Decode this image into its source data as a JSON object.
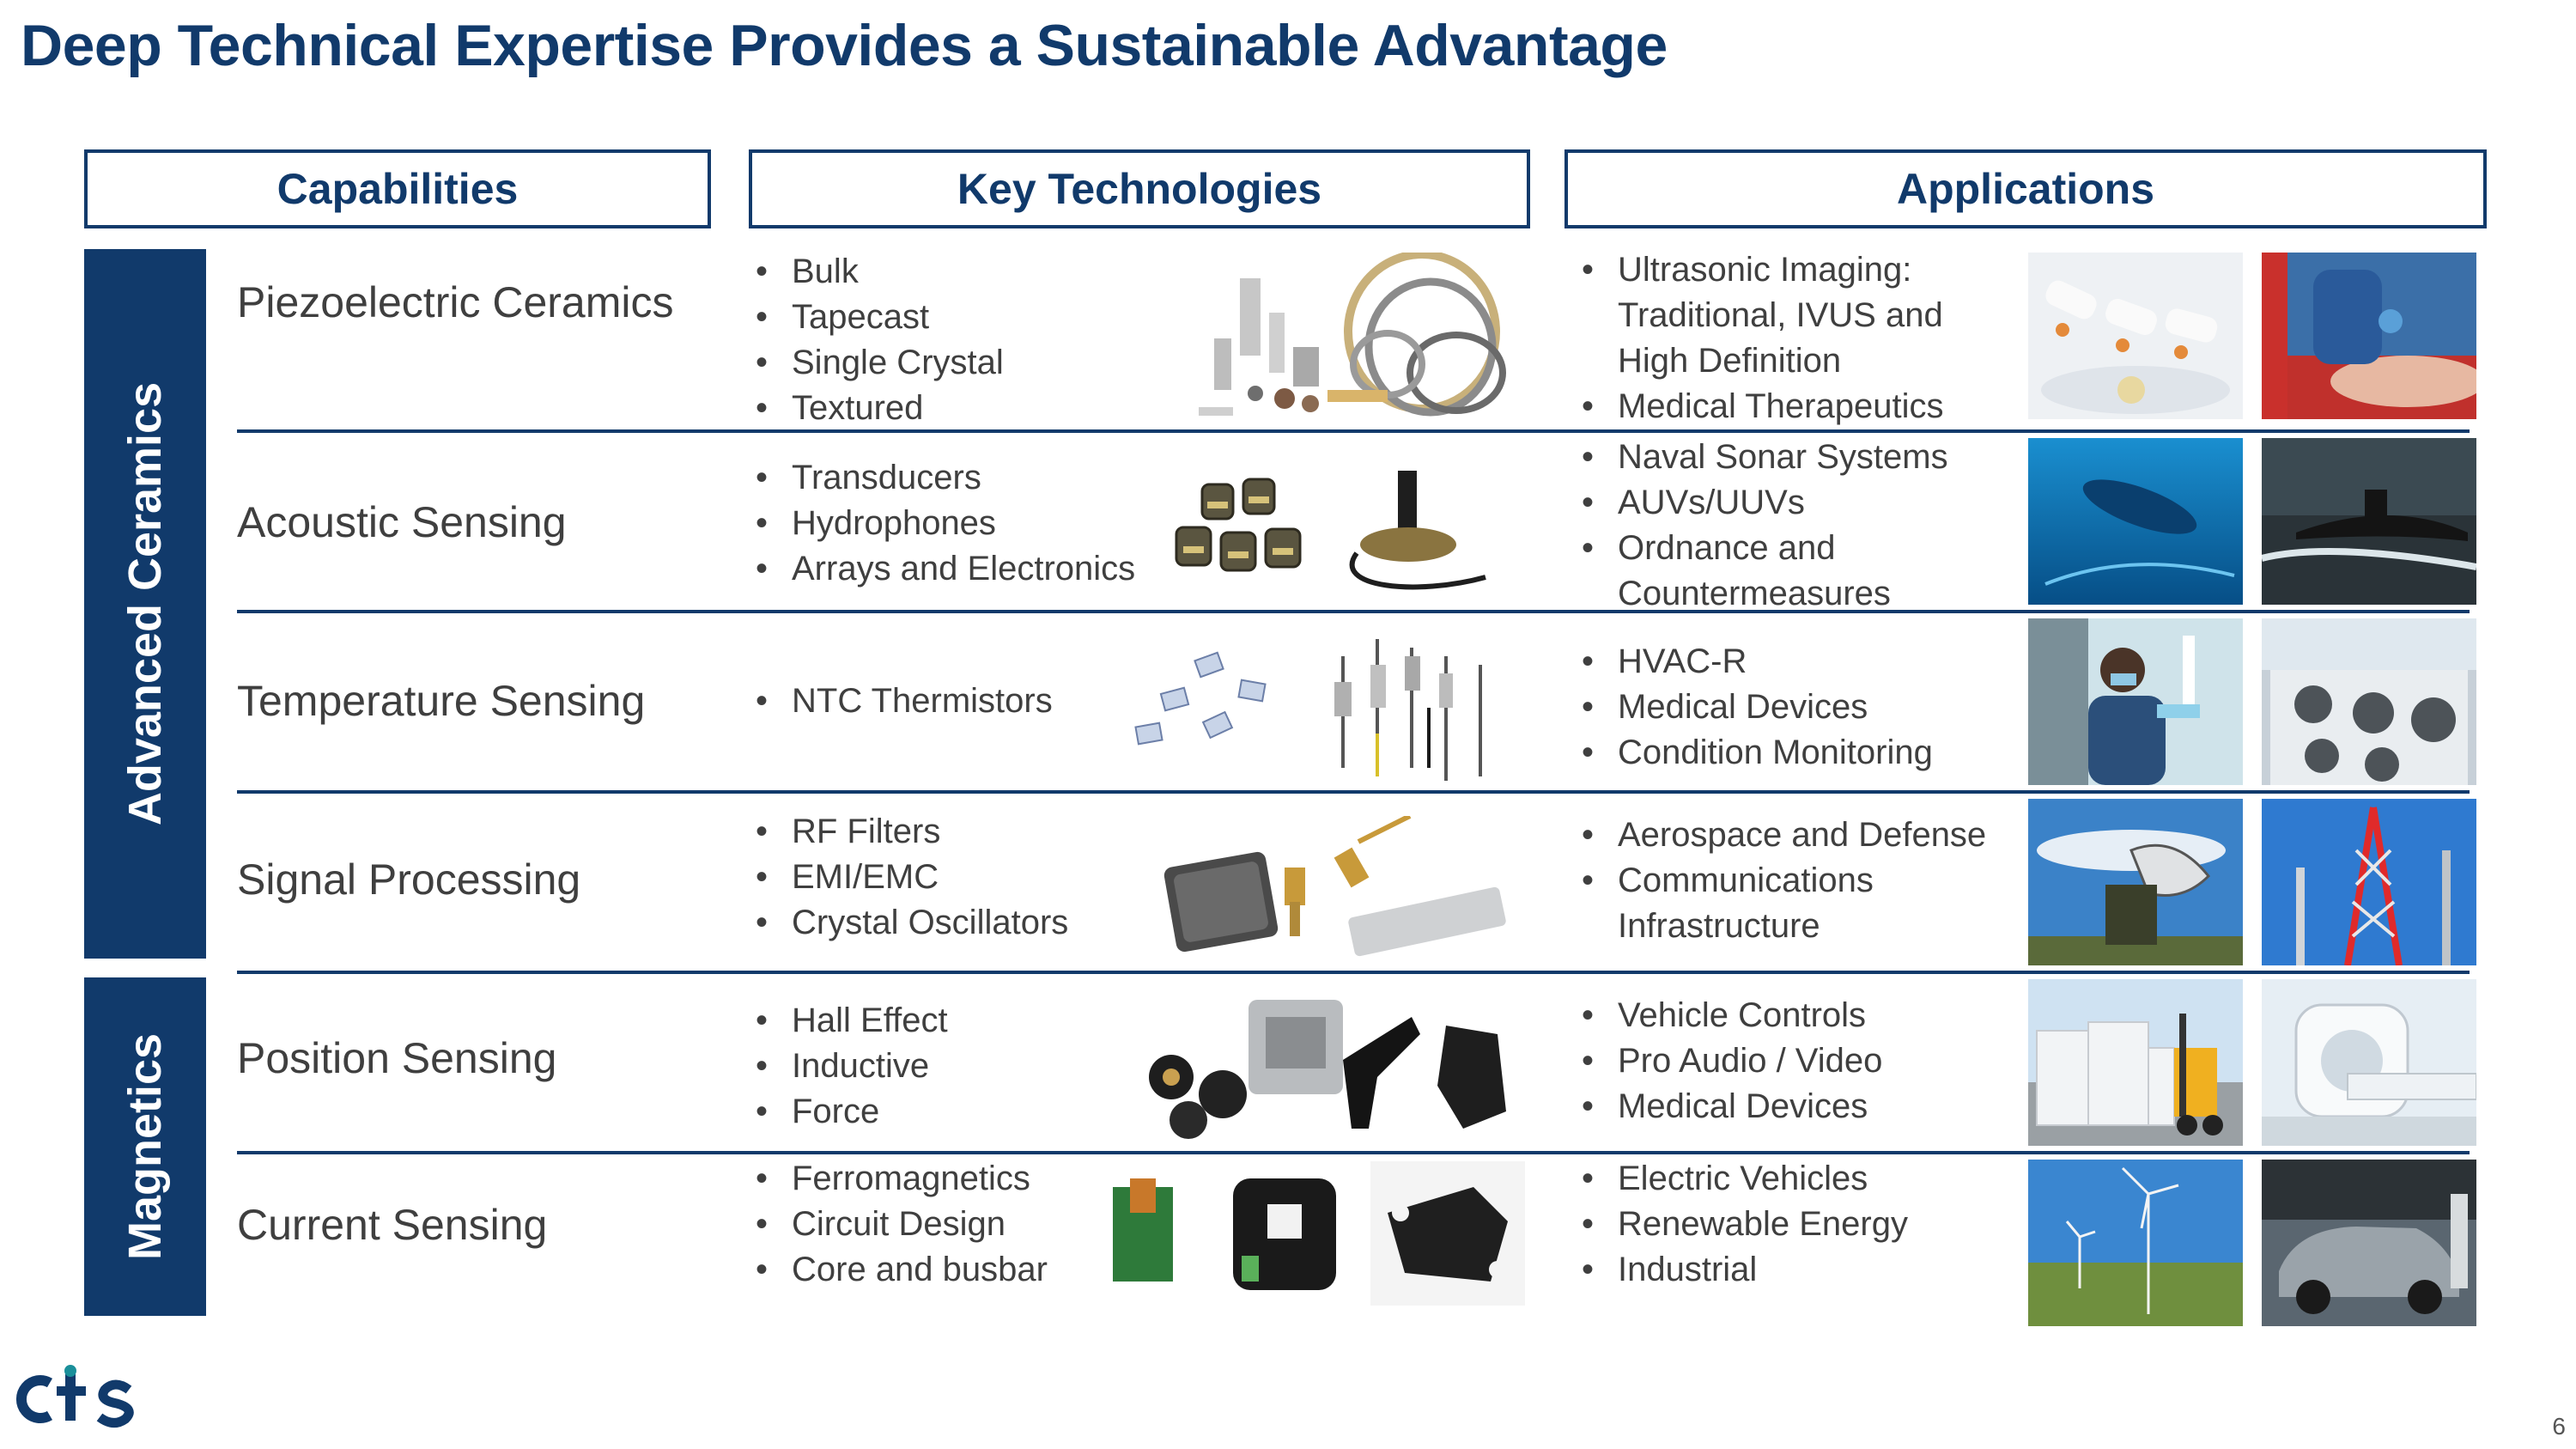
{
  "title": "Deep Technical Expertise Provides a Sustainable Advantage",
  "headers": {
    "capabilities": "Capabilities",
    "technologies": "Key Technologies",
    "applications": "Applications"
  },
  "groups": {
    "ceramics": "Advanced Ceramics",
    "magnetics": "Magnetics"
  },
  "rows": [
    {
      "capability": "Piezoelectric Ceramics",
      "technologies": [
        "Bulk",
        "Tapecast",
        "Single Crystal",
        "Textured"
      ],
      "applications": [
        "Ultrasonic Imaging: Traditional, IVUS and High Definition",
        "Medical Therapeutics"
      ]
    },
    {
      "capability": "Acoustic Sensing",
      "technologies": [
        "Transducers",
        "Hydrophones",
        "Arrays and Electronics"
      ],
      "applications": [
        "Naval Sonar Systems",
        "AUVs/UUVs",
        "Ordnance and Countermeasures"
      ]
    },
    {
      "capability": "Temperature Sensing",
      "technologies": [
        "NTC Thermistors"
      ],
      "applications": [
        "HVAC-R",
        "Medical Devices",
        "Condition Monitoring"
      ]
    },
    {
      "capability": "Signal Processing",
      "technologies": [
        "RF Filters",
        "EMI/EMC",
        "Crystal Oscillators"
      ],
      "applications": [
        "Aerospace and Defense",
        "Communications Infrastructure"
      ]
    },
    {
      "capability": "Position Sensing",
      "technologies": [
        "Hall Effect",
        "Inductive",
        "Force"
      ],
      "applications": [
        "Vehicle Controls",
        "Pro Audio / Video",
        "Medical Devices"
      ]
    },
    {
      "capability": "Current Sensing",
      "technologies": [
        "Ferromagnetics",
        "Circuit Design",
        "Core and busbar"
      ],
      "applications": [
        "Electric Vehicles",
        "Renewable Energy",
        "Industrial"
      ]
    }
  ],
  "colors": {
    "brand": "#113a6b",
    "teal": "#1a8f9a"
  },
  "logo_text": "cts",
  "page_number": "6"
}
